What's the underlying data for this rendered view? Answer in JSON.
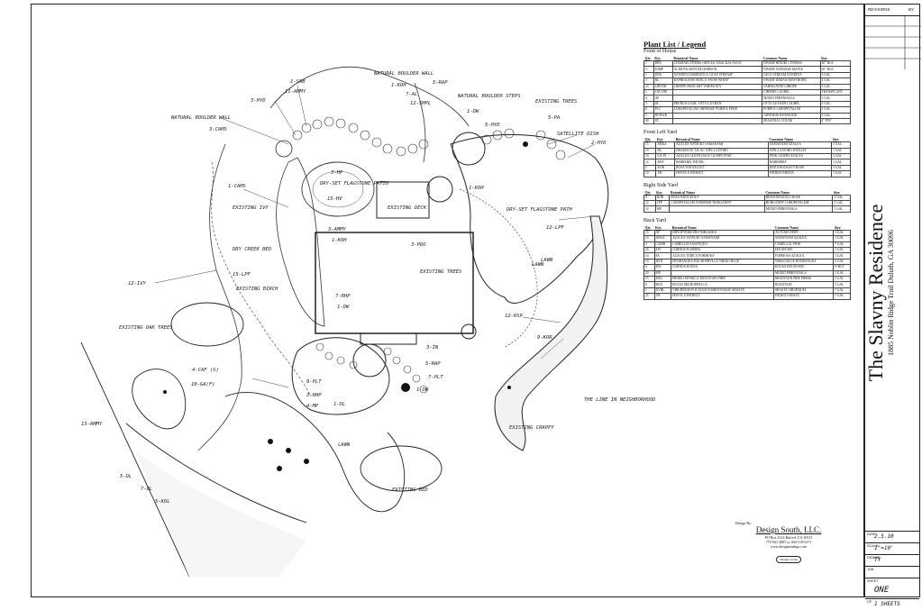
{
  "legend": {
    "title": "Plant List / Legend",
    "column_headers": [
      "Qty",
      "Key",
      "Botanical Name",
      "Common Name",
      "Size"
    ],
    "sections": [
      {
        "name": "Front of House",
        "rows": [
          [
            "1",
            "DBC",
            "CHAMAECYPARIS OBTUSA 'GRACILIS NANA'",
            "DWARF HINOKI CYPRESS",
            "30\" HGT"
          ],
          [
            "3",
            "DJMP",
            "ACER PALMATUM CRIMSON",
            "DWARF JAPANESE MAPLE",
            "30\" HGT"
          ],
          [
            "1",
            "DNS",
            "NANDINA DOMESTICA 'GULF STREAM'",
            "GULF STREAM NANDINA",
            "3 GAL"
          ],
          [
            "3",
            "RL",
            "RAPHIOLEPIS INDICA 'SNOW WHITE'",
            "DWARF INDIAN HAWTHORN",
            "3 GAL"
          ],
          [
            "14",
            "LIRVAR",
            "LIRIOPE MUSCARI 'VARIEGATA'",
            "VARIEGATED LIRIOPE",
            "1 GAL"
          ],
          [
            "1",
            "LM CHE",
            "",
            "CHERRY LAUREL",
            "TRANSPLANT"
          ],
          [
            "4",
            "AP",
            "",
            "MIXED PERENNIALS",
            "1 GAL"
          ],
          [
            "3",
            "OL",
            "PRUNUS LAUR. 'OTTO LUYKEN'",
            "OTTO LUYKEN LAUREL",
            "5 GAL"
          ],
          [
            "8",
            "PLC",
            "LOROPETALUM CHINENSE 'PURPLE PIXIE'",
            "PURPLE LOROPETALUM",
            "3 GAL"
          ],
          [
            "5",
            "BOXWD",
            "",
            "JAPANESE BOXWOOD",
            "3 GAL"
          ],
          [
            "40",
            "SC",
            "",
            "SEASONAL COLOR",
            "4\" POT"
          ]
        ]
      },
      {
        "name": "Front Left Yard",
        "rows": [
          [
            "15",
            "SMAZ",
            "AZALEA 'SATSUKI' SAMANAMI",
            "SAMANAMI AZALEA",
            "3 GAL"
          ],
          [
            "19",
            "DL",
            "DEGROOTS 'LILAC' STELLA D'ORO",
            "STELLA D'ORO DAYLILY",
            "1 GAL"
          ],
          [
            "10",
            "GA-PI",
            "AZALEA GLENN DALE 'GUMPO PINK'",
            "PINK GUMPO AZALEA",
            "3 GAL"
          ],
          [
            "12",
            "BOF",
            "BERBERIS THUNB.",
            "BARBERRY",
            "3 GAL"
          ],
          [
            "5",
            "KOR",
            "ROSA 'KNOCKOUT'",
            "RED KNOCKOUT ROSE",
            "3 GAL"
          ],
          [
            "10",
            "VR",
            "HOSTA X PATRIOT",
            "PATRIOT HOSTA",
            "1 GAL"
          ]
        ]
      },
      {
        "name": "Right Side Yard",
        "rows": [
          [
            "9",
            "KOR",
            "ROSA 'KNOCKOUT'",
            "RED KNOCKOUT ROSE",
            "3 GAL"
          ],
          [
            "12",
            "LPP",
            "LOROPETALUM CHINENSE 'BURGANDY'",
            "BURGANDY LOROPETALUM",
            "3 GAL"
          ],
          [
            "10",
            "MP",
            "",
            "MIXED PERENNIALS",
            "1 GAL"
          ]
        ]
      },
      {
        "name": "Back Yard",
        "rows": [
          [
            "15",
            "AF",
            "DRYOPTERIS ERYTHROSORA",
            "AUTUMN FERN",
            "1 GAL"
          ],
          [
            "10",
            "SMAZ",
            "AZALEA 'SATSUKI' SAMANAMI",
            "SAMANAMI AZALEA",
            "3 GAL"
          ],
          [
            "4",
            "CAMR",
            "CAMELLIA SASANQUA",
            "CAMELLIA 'PINK'",
            "7 GAL"
          ],
          [
            "25",
            "EW",
            "CORNUS FLORIDA",
            "DOGWOOD",
            "1 GAL"
          ],
          [
            "10",
            "FA",
            "AZALEA 'INDICA FORMOSA'",
            "FORMOSA AZALEA",
            "3 GAL"
          ],
          [
            "10",
            "HYD",
            "HYDRANGEA MACROPHYLLA 'NIKKO BLUE'",
            "NIKKO BLUE HYDRANGEA",
            "5 GAL"
          ],
          [
            "4",
            "DW",
            "CORNUS KOUSA",
            "KOUSA DOGWOOD",
            "8' HGT"
          ],
          [
            "20",
            "MP",
            "",
            "MIXED PERENNIALS",
            "1 GAL"
          ],
          [
            "15",
            "MGL",
            "PIERIS JAPONICA 'MOUNTAIN FIRE'",
            "MOUNTAIN FIRE PIERIS",
            "3 GAL"
          ],
          [
            "8",
            "BOX",
            "BUXUS MICROPHYLLA",
            "BOXWOOD",
            "3 GAL"
          ],
          [
            "1",
            "DVBL",
            "VIBURNUM PLICATUM TOMENTOSUM 'SHASTA'",
            "SHASTA VIBURNUM",
            "7 GAL"
          ],
          [
            "25",
            "VR",
            "HOSTA X PATRIOT",
            "PATRIOT HOSTA",
            "1 GAL"
          ]
        ]
      }
    ]
  },
  "title_block": {
    "revisions_label": "REVISIONS",
    "by_label": "BY",
    "project_title": "The Slavny Residence",
    "address": "1885 Noblin Ridge Trail   Duluth, GA 30096",
    "fields": [
      {
        "label": "DATE",
        "value": "2.5.10"
      },
      {
        "label": "SCALE",
        "value": "1\"=10'"
      },
      {
        "label": "DRAWN",
        "value": "TY"
      },
      {
        "label": "JOB",
        "value": ""
      },
      {
        "label": "SHEET",
        "value": "ONE"
      },
      {
        "label": "OF",
        "value": "1   SHEETS"
      }
    ]
  },
  "designer": {
    "design_by_label": "Design By:",
    "company": "Design South, LLC.",
    "lines": [
      "PO Box 2314  Buford, GA 30515",
      "770-561-3887 or 404-518-6171",
      "www.designsouthga.com"
    ],
    "logo_text": "Design South"
  },
  "plan_labels": [
    "1-SAB",
    "11-AMMY",
    "3-HYD",
    "NATURAL BOULDER WALL",
    "3-CAMS",
    "1-CAMS",
    "EXISTING IVY",
    "DRY CREEK BED",
    "12-IVY",
    "15-LPF",
    "EXISTING BIRCH",
    "EXISTING OAK TREES",
    "4-CAF (S)",
    "10-GA(F)",
    "13-AMMY",
    "5-DL",
    "7-DL",
    "5-KOL",
    "NATURAL BOULDER WALL",
    "1-KOH",
    "7-AL",
    "12-SMPL",
    "5-RAP",
    "NATURAL BOULDER STEPS",
    "1-DW",
    "5-HYD",
    "EXISTING TREES",
    "5-PA",
    "SATELLITE DISH",
    "2-HYD",
    "3-AMMY",
    "1-KOH",
    "DRY-SET FLAGSTONE PATH",
    "12-LPF",
    "3-PDO",
    "EXISTING TREES",
    "LAWN",
    "12-RSP",
    "9-KOR",
    "THE LINE IN NEIGHBORHOOD",
    "EXISTING CRAPPY",
    "7-RHP",
    "1-DW",
    "3-IN",
    "5-RAP",
    "7-PLT",
    "1-DL",
    "LAWN",
    "EXISTING BED",
    "9-PLT",
    "3-RHP",
    "4-MP",
    "1-DW",
    "LAWN",
    "3-HP",
    "DRY-SET FLAGSTONE PATIO",
    "15-HV",
    "EXISTING DECK",
    "1-KOH"
  ]
}
